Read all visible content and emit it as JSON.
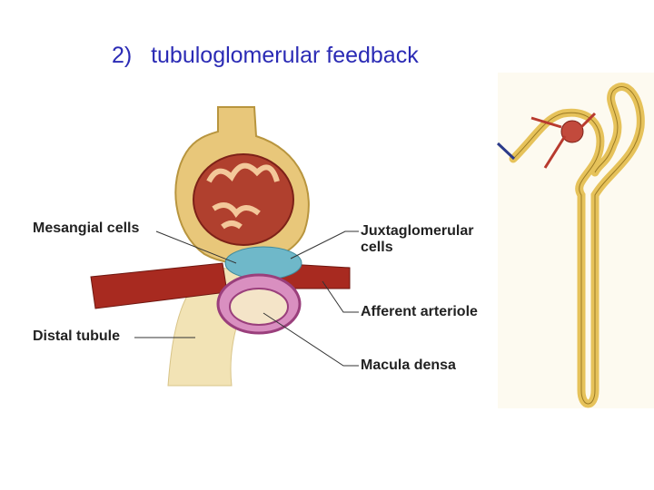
{
  "slide": {
    "number": "2)",
    "title": "tubuloglomerular feedback"
  },
  "labels": {
    "mesangial_cells": "Mesangial cells",
    "distal_tubule": "Distal tubule",
    "juxtaglomerular_line1": "Juxtaglomerular",
    "juxtaglomerular_line2": "cells",
    "afferent_arteriole": "Afferent arteriole",
    "macula_densa": "Macula densa"
  },
  "colors": {
    "title": "#2b2bb5",
    "tubule_yellow": "#f2d77a",
    "arteriole_red": "#b32a22",
    "macula_pink": "#c76aa8",
    "juxtaglomerular_cyan": "#6fb8c9"
  }
}
